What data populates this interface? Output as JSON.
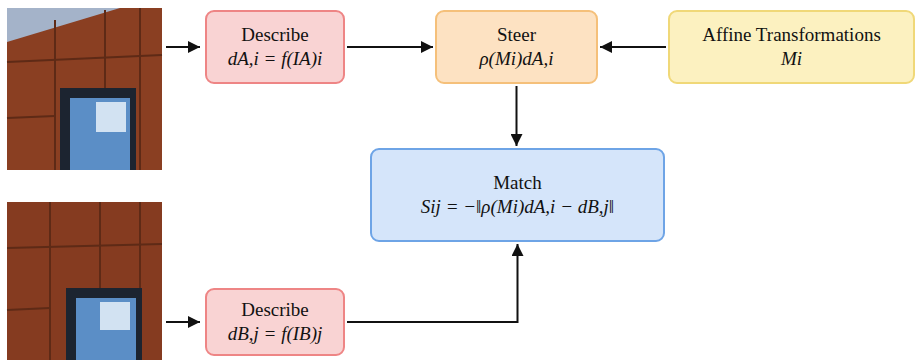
{
  "diagram": {
    "nodes": [
      {
        "text": [
          "Describe",
          "dA,i = f(IA)i"
        ]
      },
      {
        "text": [
          "Steer",
          "ρ(Mi)dA,i"
        ]
      },
      {
        "text": [
          "Affine Transformations",
          "Mi"
        ]
      },
      {
        "text": [
          "Match",
          "Sij = −‖ρ(Mi)dA,i − dB,j‖"
        ]
      },
      {
        "text": [
          "Describe",
          "dB,j = f(IB)j"
        ]
      }
    ],
    "edges": [
      {
        "from": 0,
        "to": 1,
        "arrow": "to"
      },
      {
        "from": 2,
        "to": 1,
        "arrow": "to"
      },
      {
        "from": 1,
        "to": 3,
        "arrow": "to"
      },
      {
        "from": 4,
        "to": 3,
        "arrow": "to"
      }
    ]
  }
}
